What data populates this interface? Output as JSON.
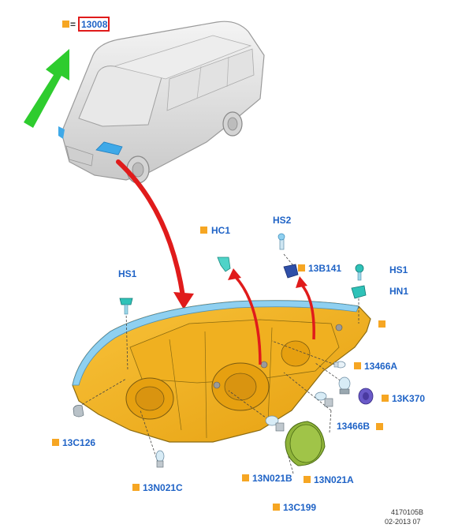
{
  "header": {
    "equals": "=",
    "ref_code": "13008"
  },
  "callouts": {
    "hc1": "HC1",
    "hs2": "HS2",
    "hs1_left": "HS1",
    "hs1_right": "HS1",
    "hn1": "HN1",
    "p13b141": "13B141",
    "p13466a": "13466A",
    "p13k370": "13K370",
    "p13466b": "13466B",
    "p13c126": "13C126",
    "p13n021c": "13N021C",
    "p13n021b": "13N021B",
    "p13n021a": "13N021A",
    "p13c199": "13C199"
  },
  "footer": {
    "doc_id": "4170105B",
    "date": "02-2013 07"
  },
  "colors": {
    "housing": "#f5b31c",
    "callout_text": "#1f63c6",
    "marker": "#f6a623",
    "arrow_red": "#e01b1b",
    "arrow_green": "#2ecc2e",
    "lens_blue": "#3fa9e8"
  }
}
